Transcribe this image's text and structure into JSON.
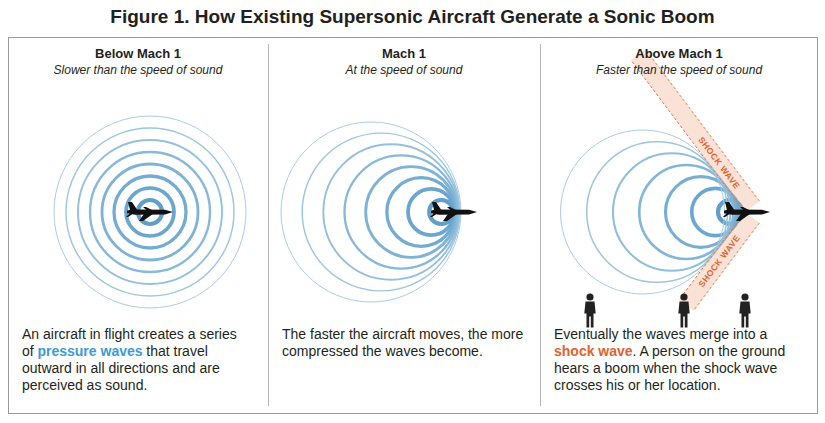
{
  "diagram": {
    "title": "Figure 1. How Existing Supersonic Aircraft Generate a Sonic Boom",
    "nodes": [
      {
        "text": [
          "Below Mach 1",
          "Slower than the speed of sound",
          "An aircraft in flight creates a series of",
          "pressure waves",
          "that travel outward in all directions and are perceived as sound."
        ]
      },
      {
        "text": [
          "Mach 1",
          "At the speed of sound",
          "The faster the aircraft moves, the more compressed the waves become."
        ]
      },
      {
        "text": [
          "Above Mach 1",
          "Faster than the speed of sound",
          "Eventually the waves merge into a",
          "shock wave",
          ". A person on the ground hears a boom when the shock wave crosses his or her location."
        ]
      }
    ],
    "labels": [
      "SHOCK WAVE",
      "SHOCK WAVE"
    ]
  }
}
